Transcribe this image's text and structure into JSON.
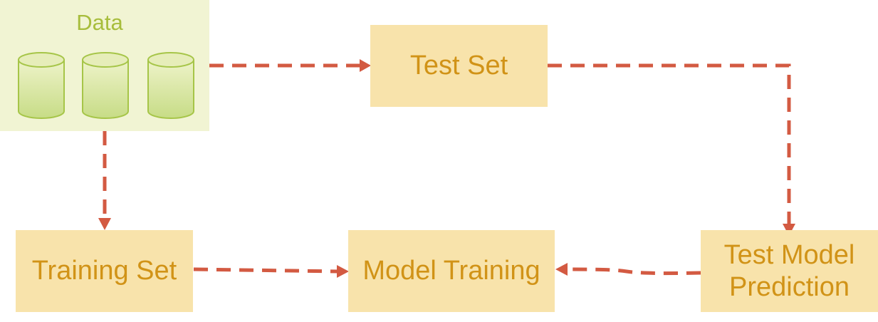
{
  "data_panel": {
    "label": "Data",
    "cylinder_icon": "database-cylinder-icon"
  },
  "nodes": {
    "test_set": "Test Set",
    "training_set": "Training Set",
    "model_training": "Model Training",
    "test_model_prediction": "Test Model\nPrediction"
  },
  "colors": {
    "panel_bg": "#f1f4d3",
    "data_label": "#a7bd3c",
    "box_bg": "#f8e3ab",
    "box_text": "#d19317",
    "arrow": "#d35a42",
    "cylinder_top": "#e2eab0",
    "cylinder_stroke": "#a6c548"
  }
}
